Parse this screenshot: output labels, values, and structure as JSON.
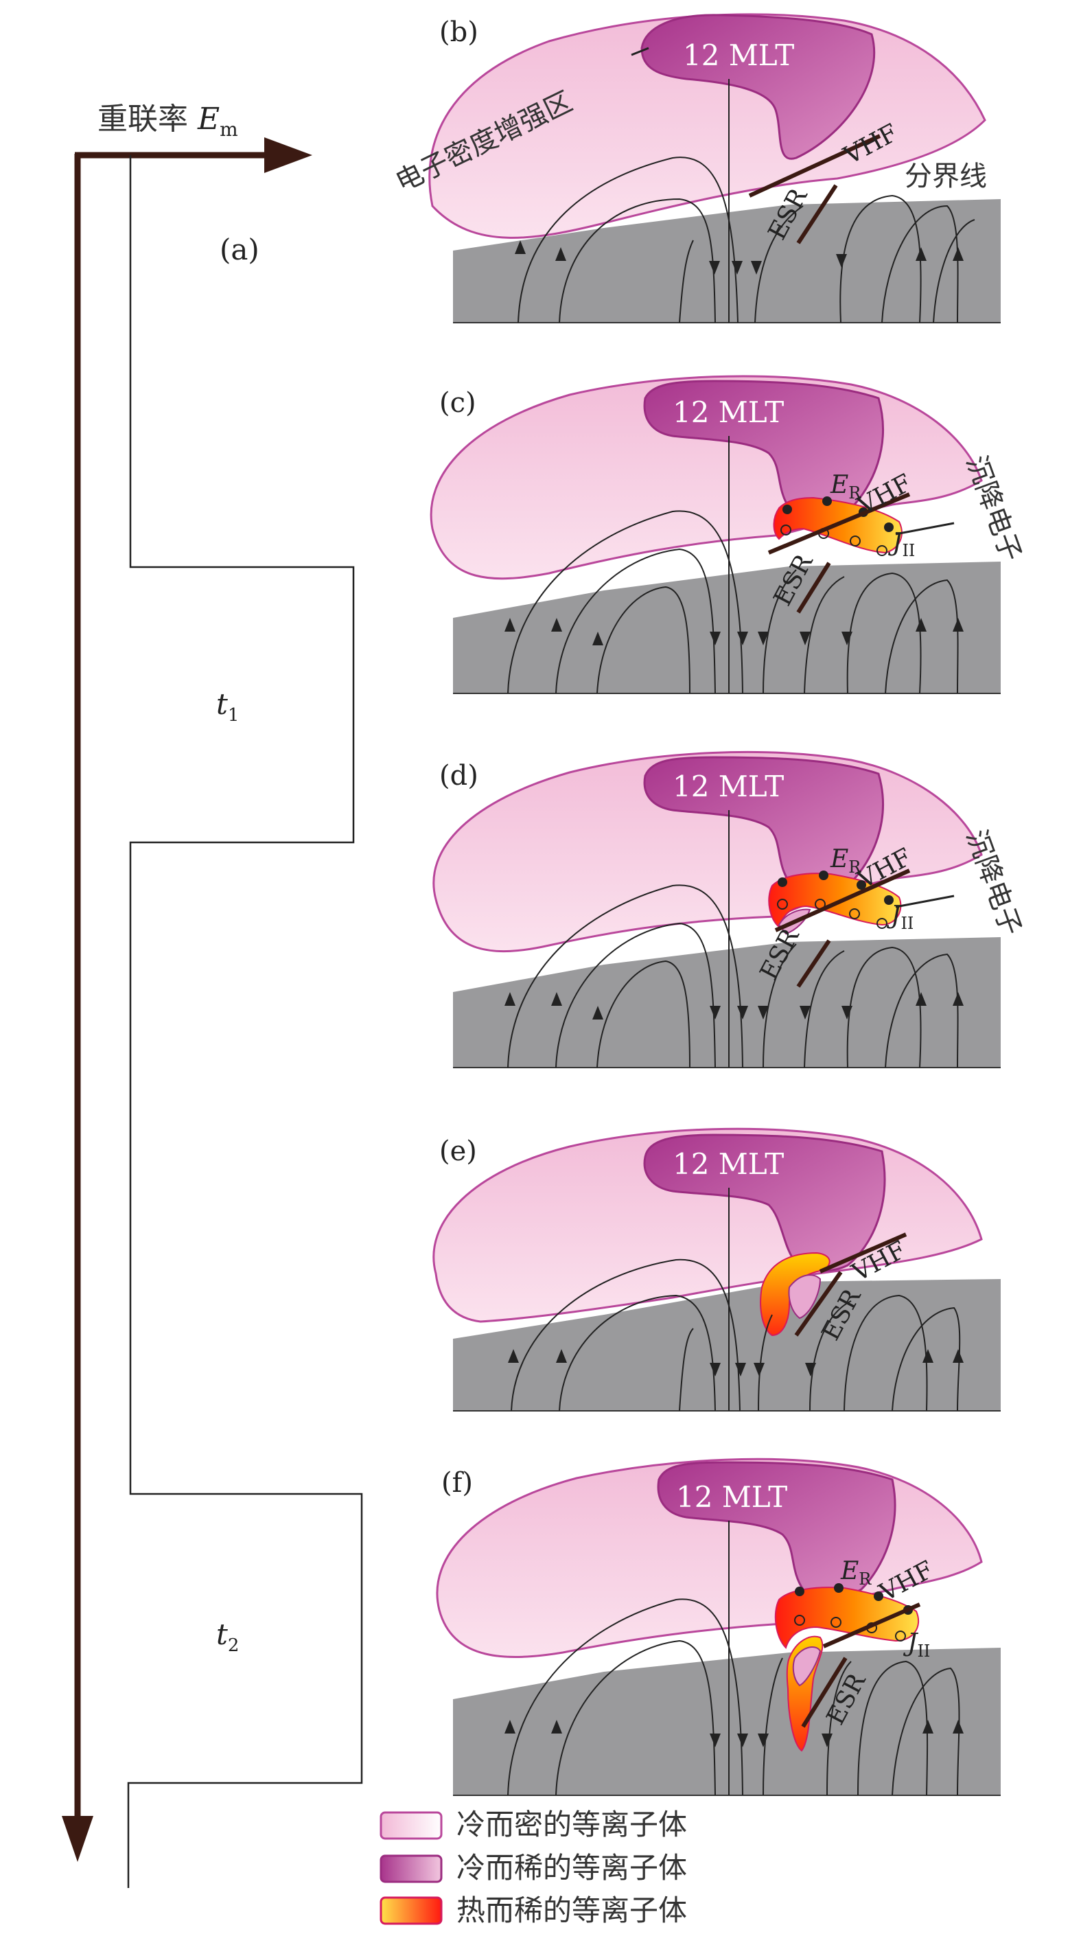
{
  "timeline": {
    "axis_label_prefix": "重联率",
    "axis_label_var": "E",
    "axis_label_sub": "m",
    "panel_a": "(a)",
    "t1_var": "t",
    "t1_sub": "1",
    "t2_var": "t",
    "t2_sub": "2"
  },
  "panels": {
    "b": {
      "tag": "(b)",
      "mlt": "12 MLT",
      "enhancement": "电子密度增强区",
      "vhf": "VHF",
      "esr": "ESR",
      "separatrix": "分界线"
    },
    "c": {
      "tag": "(c)",
      "mlt": "12 MLT",
      "vhf": "VHF",
      "esr": "ESR",
      "er_var": "E",
      "er_sub": "R",
      "j_var": "J",
      "j_sub": "II",
      "precip": "沉降电子"
    },
    "d": {
      "tag": "(d)",
      "mlt": "12 MLT",
      "vhf": "VHF",
      "esr": "ESR",
      "er_var": "E",
      "er_sub": "R",
      "j_var": "J",
      "j_sub": "II",
      "precip": "沉降电子"
    },
    "e": {
      "tag": "(e)",
      "mlt": "12 MLT",
      "vhf": "VHF",
      "esr": "ESR"
    },
    "f": {
      "tag": "(f)",
      "mlt": "12 MLT",
      "vhf": "VHF",
      "esr": "ESR",
      "er_var": "E",
      "er_sub": "R",
      "j_var": "J",
      "j_sub": "II"
    }
  },
  "legend": [
    {
      "label": "冷而密的等离子体",
      "color": "#f7cfe2"
    },
    {
      "label": "冷而稀的等离子体",
      "color": "#b9479b"
    },
    {
      "label": "热而稀的等离子体",
      "color": "#ff2d10"
    }
  ],
  "colors": {
    "axis": "#3b1a12",
    "pale_plasma": "#f7cfe2",
    "rare_plasma": "#b9479b",
    "hot_plasma": "#ff2d10",
    "hot_plasma_edge": "#ffd400",
    "ground": "#9a9a9c",
    "radar_line": "#3b1a12"
  }
}
